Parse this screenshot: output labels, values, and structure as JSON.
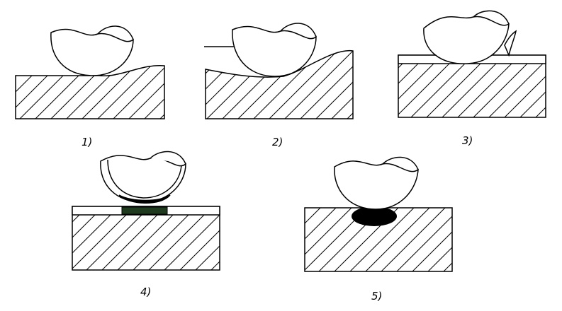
{
  "panels": [
    {
      "label": "1)"
    },
    {
      "label": "2)"
    },
    {
      "label": "3)"
    },
    {
      "label": "4)"
    },
    {
      "label": "5)"
    }
  ],
  "colors": {
    "stroke": "#000000",
    "coating": "#1f3a1f",
    "wear": "#000000"
  }
}
